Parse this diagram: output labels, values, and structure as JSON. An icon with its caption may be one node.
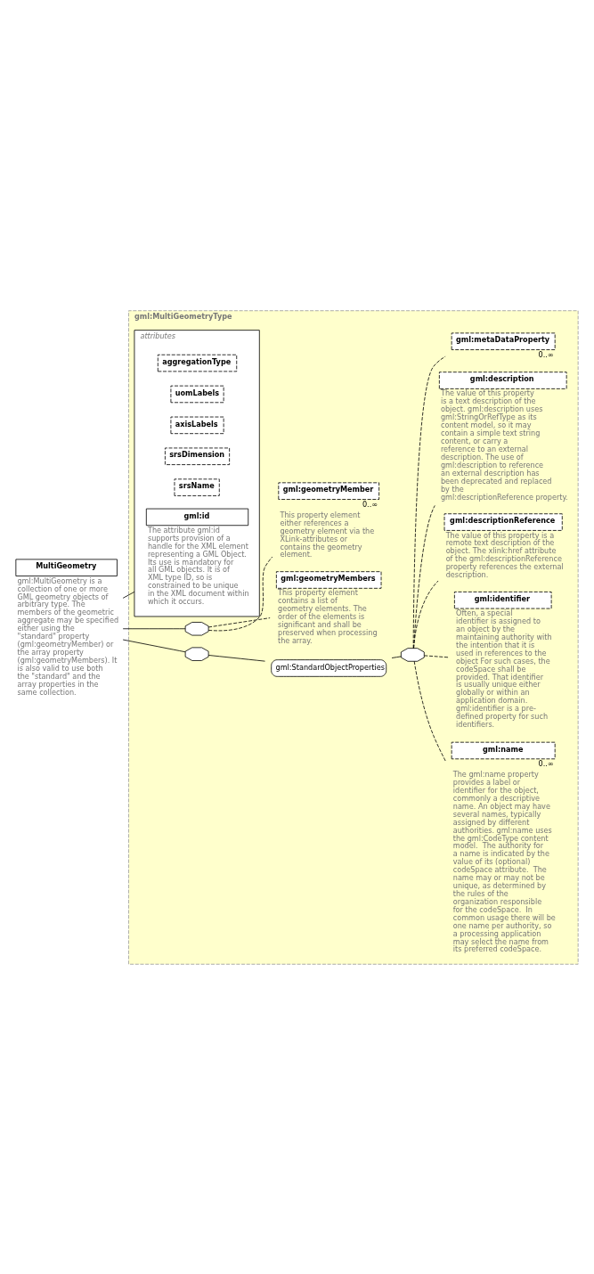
{
  "diagram": {
    "nodes": [
      {
        "text": [
          "MultiGeometry"
        ],
        "beside": [
          "gml:MultiGeometry is a collection of one or more GML geometry objects of arbitrary type. The members of the geometric aggregate may be specified either using the \"standard\" property (gml:geometryMember) or the array property (gml:geometryMembers). It is also valid to use both the \"standard\" and the array properties in the same collection."
        ]
      },
      {
        "text": [
          "gml:MultiGeometryType"
        ]
      },
      {
        "text": [
          "attributes"
        ],
        "in": 1
      },
      {
        "text": [
          "gml:id"
        ],
        "in": 2,
        "beside": [
          "The attribute gml:id supports provision of a handle for the XML element representing a GML Object. Its use is mandatory for all GML objects. It is of XML type ID, so is constrained to be unique in the XML document within which it occurs."
        ]
      },
      {
        "text": [
          "srsName"
        ],
        "in": 2
      },
      {
        "text": [
          "srsDimension"
        ],
        "in": 2
      },
      {
        "text": [
          "axisLabels"
        ],
        "in": 2
      },
      {
        "text": [
          "uomLabels"
        ],
        "in": 2
      },
      {
        "text": [
          "aggregationType"
        ],
        "in": 2
      },
      {
        "text": [],
        "shape": "octagon",
        "in": 1
      },
      {
        "text": [
          "gml:StandardObjectProperties"
        ],
        "in": 1
      },
      {
        "text": [],
        "shape": "octagon",
        "in": 1
      },
      {
        "text": [
          "gml:metaDataProperty"
        ],
        "in": 1,
        "beside": [
          "0..∞"
        ]
      },
      {
        "text": [
          "gml:description"
        ],
        "in": 1,
        "beside": [
          "The value of this property is a text description of the object. gml:description uses gml:StringOrRefType as its content model, so it may contain a simple text string content, or carry a reference to an external description. The use of gml:description to reference an external description has been deprecated and replaced by the gml:descriptionReference property."
        ]
      },
      {
        "text": [
          "gml:descriptionReference"
        ],
        "in": 1,
        "beside": [
          "The value of this property is a remote text description of the object. The xlink:href attribute of the gml:descriptionReference property references the external description."
        ]
      },
      {
        "text": [
          "gml:identifier"
        ],
        "in": 1,
        "beside": [
          "Often, a special identifier is assigned to an object by the maintaining authority with the intention that it is used in references to the object For such cases, the codeSpace shall be provided. That identifier is usually unique either globally or within an application domain. gml:identifier is a pre-defined property for such identifiers."
        ]
      },
      {
        "text": [
          "gml:name"
        ],
        "in": 1,
        "beside": [
          "0..∞",
          "The gml:name property provides a label or identifier for the object, commonly a descriptive name. An object may have several names, typically assigned by different authorities. gml:name uses the gml:CodeType content model.  The authority for a name is indicated by the value of its (optional) codeSpace attribute.  The name may or may not be unique, as determined by the rules of the organization responsible for the codeSpace.  In common usage there will be one name per authority, so a processing application may select the name from its preferred codeSpace."
        ]
      },
      {
        "text": [],
        "shape": "octagon",
        "in": 1
      },
      {
        "text": [
          "gml:geometryMember"
        ],
        "in": 1,
        "beside": [
          "0..∞",
          "This property element either references a geometry element via the XLink-attributes or contains the geometry element."
        ]
      },
      {
        "text": [
          "gml:geometryMembers"
        ],
        "in": 1,
        "beside": [
          "This property element contains a list of geometry elements. The order of the elements is significant and shall be preserved when processing the array."
        ]
      }
    ],
    "edges": [
      {
        "from": 0,
        "to": 2,
        "arrow": "none"
      },
      {
        "from": 0,
        "to": 9,
        "arrow": "none"
      },
      {
        "from": 0,
        "to": 17,
        "arrow": "none"
      },
      {
        "from": 9,
        "to": 10,
        "arrow": "none"
      },
      {
        "from": 10,
        "to": 11,
        "arrow": "none"
      },
      {
        "from": 11,
        "to": 12,
        "arrow": "none",
        "style": "dashed"
      },
      {
        "from": 11,
        "to": 13,
        "arrow": "none",
        "style": "dashed"
      },
      {
        "from": 11,
        "to": 14,
        "arrow": "none",
        "style": "dashed"
      },
      {
        "from": 11,
        "to": 15,
        "arrow": "none",
        "style": "dashed"
      },
      {
        "from": 11,
        "to": 16,
        "arrow": "none",
        "style": "dashed"
      },
      {
        "from": 17,
        "to": 18,
        "arrow": "none",
        "style": "dashed"
      },
      {
        "from": 17,
        "to": 19,
        "arrow": "none",
        "style": "dashed"
      }
    ]
  }
}
